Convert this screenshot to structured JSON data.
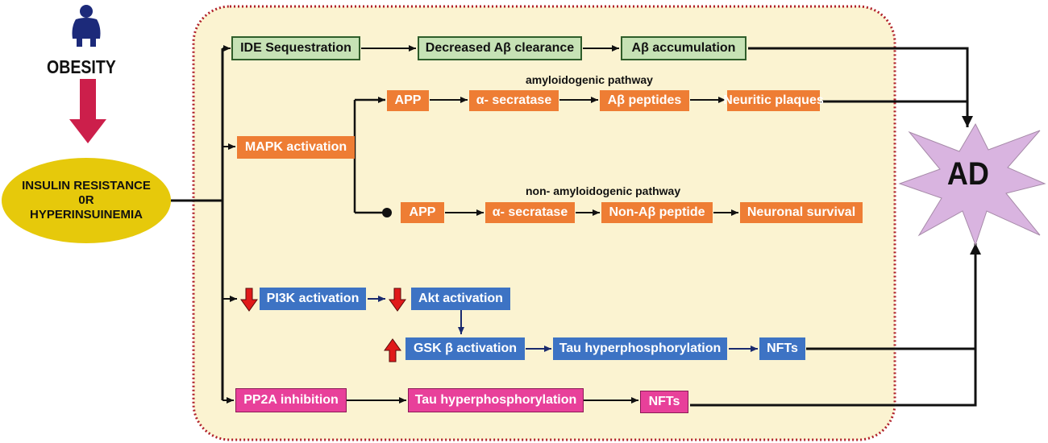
{
  "obesity": {
    "label": "OBESITY",
    "icon": "person-icon"
  },
  "source": {
    "line1": "INSULIN RESISTANCE",
    "line2": "0R",
    "line3": "HYPERINSUINEMIA"
  },
  "outcome": {
    "label": "AD"
  },
  "ide_row": {
    "box1": "IDE Sequestration",
    "box2": "Decreased Aβ clearance",
    "box3": "Aβ accumulation"
  },
  "amyloid": {
    "pathway_label": "amyloidogenic pathway",
    "box1": "APP",
    "box2": "α- secratase",
    "box3": "Aβ peptides",
    "box4": "Neuritic plaques"
  },
  "mapk": {
    "label": "MAPK activation"
  },
  "non_amyloid": {
    "pathway_label": "non- amyloidogenic pathway",
    "box1": "APP",
    "box2": "α- secratase",
    "box3": "Non-Aβ peptide",
    "box4": "Neuronal survival"
  },
  "pi3k_row": {
    "box1": "PI3K activation",
    "box2": "Akt activation"
  },
  "gsk_row": {
    "box1": "GSK β activation",
    "box2": "Tau hyperphosphorylation",
    "box3": "NFTs"
  },
  "pp2a_row": {
    "box1": "PP2A inhibition",
    "box2": "Tau hyperphosphorylation",
    "box3": "NFTs"
  },
  "colors": {
    "panel_bg": "#fbf3d1",
    "panel_border": "#b0202a",
    "green": "#c6e2b5",
    "orange": "#ee7d34",
    "blue": "#3d73c4",
    "pink": "#e8409a",
    "ellipse": "#e6c90b",
    "burst": "#d9b4e0",
    "down_arrow": "#e01a1a",
    "obesity_arrow": "#cc1f4b"
  }
}
